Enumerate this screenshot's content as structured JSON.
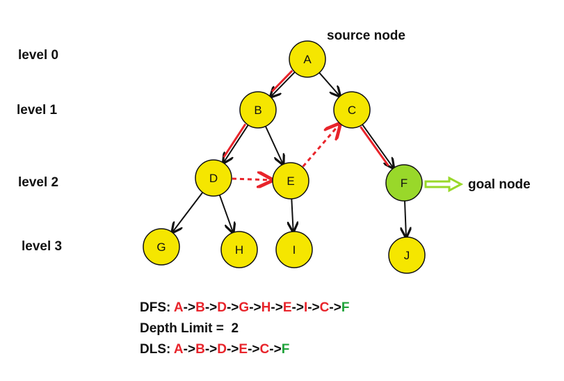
{
  "levels": [
    "level 0",
    "level 1",
    "level 2",
    "level 3"
  ],
  "annotations": {
    "source": "source node",
    "goal": "goal node"
  },
  "nodes": [
    "A",
    "B",
    "C",
    "D",
    "E",
    "F",
    "G",
    "H",
    "I",
    "J"
  ],
  "goal_node": "F",
  "edges": [
    [
      "A",
      "B"
    ],
    [
      "A",
      "C"
    ],
    [
      "B",
      "D"
    ],
    [
      "B",
      "E"
    ],
    [
      "C",
      "F"
    ],
    [
      "D",
      "G"
    ],
    [
      "D",
      "H"
    ],
    [
      "E",
      "I"
    ],
    [
      "F",
      "J"
    ]
  ],
  "dls_path_edges": [
    [
      "A",
      "B"
    ],
    [
      "B",
      "D"
    ],
    [
      "D",
      "E"
    ],
    [
      "E",
      "C"
    ],
    [
      "C",
      "F"
    ]
  ],
  "colors": {
    "node_fill": "#f5e600",
    "goal_fill": "#99d82a",
    "edge": "#111111",
    "path": "#e8242b",
    "goal_arrow": "#99d82a",
    "red_text": "#e8242b",
    "green_text": "#1fa33a"
  },
  "dfs": {
    "label": "DFS:",
    "sequence": [
      "A",
      "B",
      "D",
      "G",
      "H",
      "E",
      "I",
      "C",
      "F"
    ],
    "separator": "->"
  },
  "depth_limit": {
    "label": "Depth Limit =",
    "value": "2"
  },
  "dls": {
    "label": "DLS:",
    "sequence": [
      "A",
      "B",
      "D",
      "E",
      "C",
      "F"
    ],
    "separator": "->"
  }
}
